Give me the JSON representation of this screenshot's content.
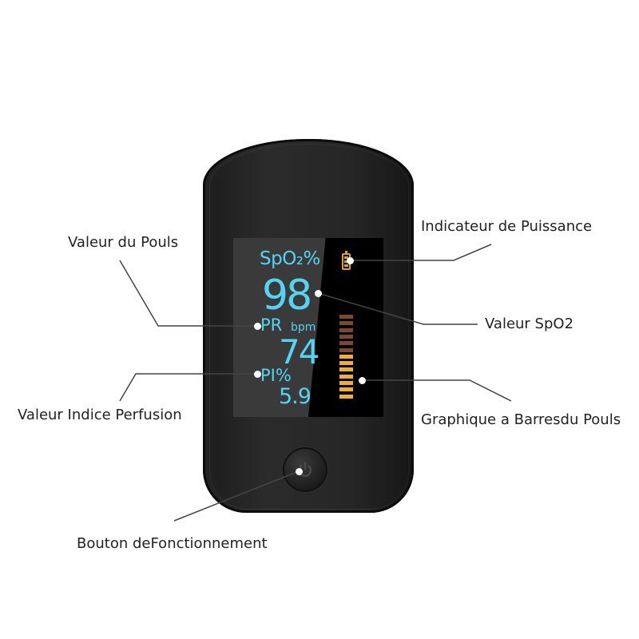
{
  "screen": {
    "spo2_label": "SpO₂%",
    "spo2_value": "98",
    "pr_label": "PR",
    "pr_unit": "bpm",
    "pr_value": "74",
    "pi_label": "PI%",
    "pi_value": "5.9"
  },
  "pulse_bar": {
    "total_segments": 13,
    "colors": {
      "upper": "#7a4a2e",
      "lower": "#f0b02a",
      "upper_count": 6
    }
  },
  "callouts": {
    "power_indicator": "Indicateur de Puissance",
    "pulse_value": "Valeur du Pouls",
    "spo2_value": "Valeur SpO2",
    "perfusion_index": "Valeur Indice Perfusion",
    "pulse_bar_graph": "Graphique a Barresdu Pouls",
    "power_button": "Bouton deFonctionnement"
  },
  "colors": {
    "display_text": "#52d4f2",
    "battery": "#e0a123",
    "leader_line": "#444444"
  },
  "icons": {
    "battery": "battery-icon",
    "power": "power-icon"
  }
}
